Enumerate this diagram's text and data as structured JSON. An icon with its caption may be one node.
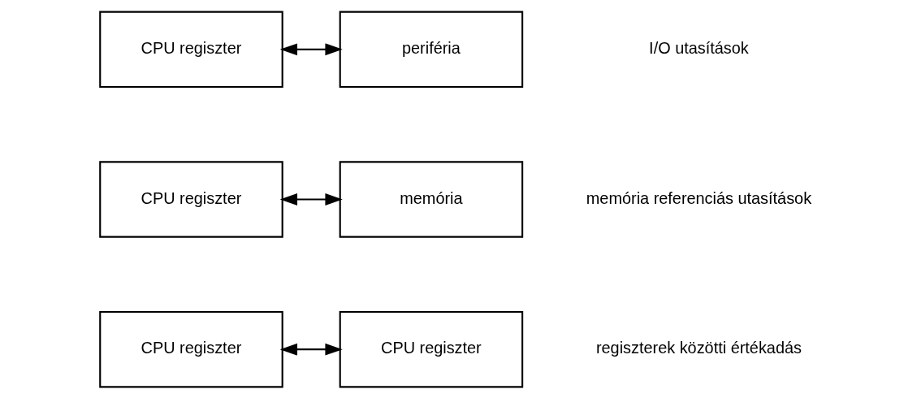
{
  "diagram": {
    "nodes": [
      {
        "text": [
          "CPU regiszter"
        ]
      },
      {
        "text": [
          "CPU regiszter"
        ]
      },
      {
        "text": [
          "CPU regiszter"
        ]
      },
      {
        "text": [
          "memória"
        ]
      },
      {
        "text": [
          "CPU regiszter"
        ]
      },
      {
        "text": [
          "periféria"
        ]
      }
    ],
    "edges": [
      {
        "from": 0,
        "to": 1,
        "arrow": "both"
      },
      {
        "from": 2,
        "to": 3,
        "arrow": "both"
      },
      {
        "from": 4,
        "to": 5,
        "arrow": "both"
      }
    ],
    "labels": [
      "regiszterek közötti értékadás",
      "memória referenciás utasítások",
      "I/O utasítások"
    ]
  }
}
